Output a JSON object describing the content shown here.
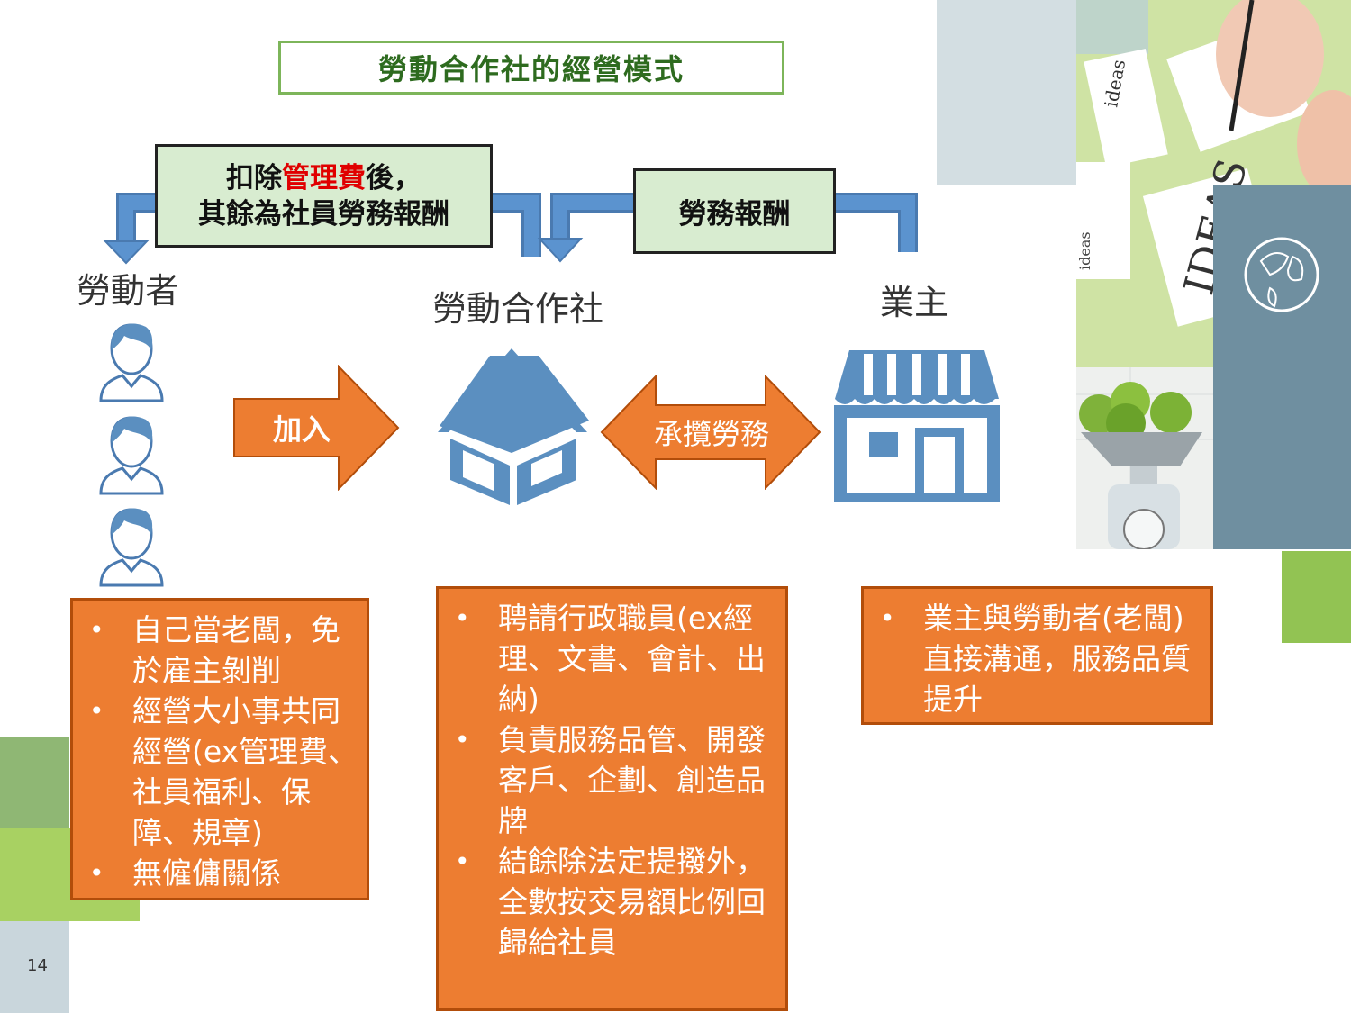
{
  "title": "勞動合作社的經營模式",
  "labels": {
    "deduction_prefix": "扣除",
    "deduction_highlight": "管理費",
    "deduction_suffix": "後，",
    "deduction_line2": "其餘為社員勞務報酬",
    "service_pay": "勞務報酬",
    "join": "加入",
    "contract": "承攬勞務"
  },
  "entities": {
    "worker": "勞動者",
    "cooperative": "勞動合作社",
    "employer": "業主"
  },
  "worker_points": [
    "自己當老闆，免於雇主剝削",
    "經營大小事共同經營(ex管理費、社員福利、保障、規章)",
    "無僱傭關係"
  ],
  "coop_points": [
    "聘請行政職員(ex經理、文書、會計、出納)",
    "負責服務品管、開發客戶、企劃、創造品牌",
    "結餘除法定提撥外，全數按交易額比例回歸給社員"
  ],
  "employer_points": [
    "業主與勞動者(老闆)直接溝通，服務品質提升"
  ],
  "bullet": "•",
  "page_number": "14",
  "colors": {
    "orange": "#ed7d31",
    "blue_icon": "#5b8fc0",
    "green_light": "#d8ecd0",
    "title_border": "#7db55a",
    "deco_green": "#92c353",
    "deco_gray": "#c9d6dc",
    "deco_teal": "#6f8fa0"
  },
  "icons": [
    "person-icon",
    "house-icon",
    "store-icon",
    "arrow-icon"
  ]
}
